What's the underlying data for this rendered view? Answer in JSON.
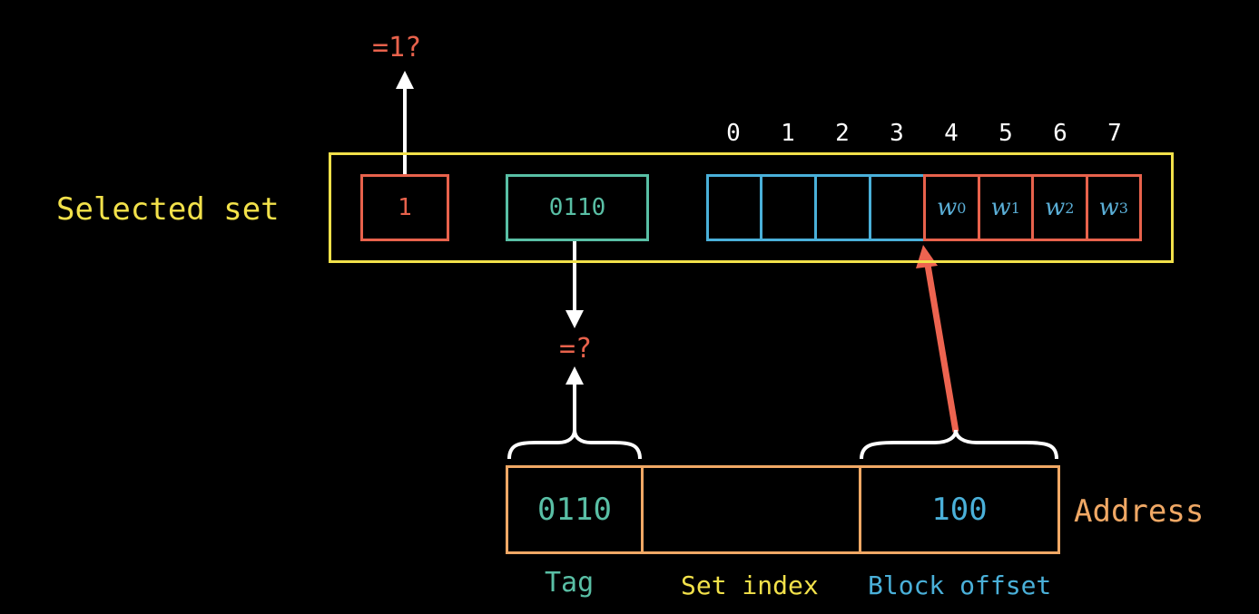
{
  "set": {
    "label": "Selected set",
    "valid_bit": "1",
    "valid_check": "=1?",
    "tag": "0110",
    "byte_indices": [
      "0",
      "1",
      "2",
      "3",
      "4",
      "5",
      "6",
      "7"
    ],
    "words": [
      {
        "base": "w",
        "sub": "0"
      },
      {
        "base": "w",
        "sub": "1"
      },
      {
        "base": "w",
        "sub": "2"
      },
      {
        "base": "w",
        "sub": "3"
      }
    ]
  },
  "compare": {
    "label": "=?"
  },
  "address": {
    "label": "Address",
    "tag_value": "0110",
    "set_index_value": "",
    "offset_value": "100",
    "field_labels": {
      "tag": "Tag",
      "set_index": "Set index",
      "block_offset": "Block offset"
    }
  },
  "colors": {
    "yellow": "#f2e14a",
    "red": "#e8624c",
    "teal": "#59bfa5",
    "blue": "#4ab0d9",
    "orange": "#f0a865",
    "white": "#ffffff"
  }
}
